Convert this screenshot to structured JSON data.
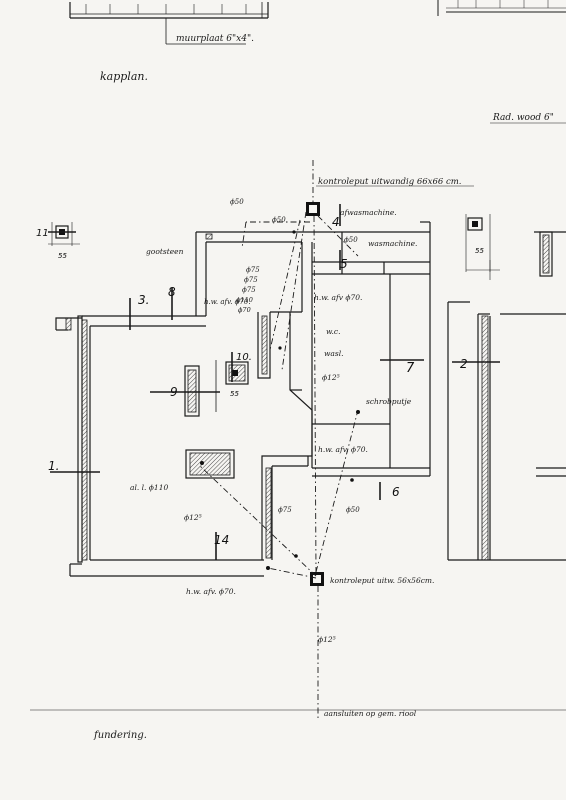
{
  "labels": {
    "muurplaat": "muurplaat 6\"x4\".",
    "kapplan": "kapplan.",
    "radwood": "Rad. wood 6\"",
    "kontroleput_top": "kontroleput uitwandig 66x66 cm.",
    "afwasmachine": "afwasmachine.",
    "wasmachine": "wasmachine.",
    "gootsteen": "gootsteen",
    "hw_afv_70_a": "h.w. afv. ϕ70.",
    "hw_afv_70_b": "h.w. afv ϕ70.",
    "hw_afv_70_c": "h.w. afv. ϕ70.",
    "hw_afv_70_d": "h.w. afv. ϕ70.",
    "wc": "w.c.",
    "wasl": "wasl.",
    "schrobputje": "schrobputje",
    "al_l_110": "al. l. ϕ110",
    "kontroleput_bottom": "kontroleput uitw. 56x56cm.",
    "aansluiten": "aansluiten op gem. riool",
    "fundering": "fundering.",
    "d50_a": "ϕ50",
    "d50_b": "ϕ50",
    "d50_c": "ϕ50",
    "d50_d": "ϕ50",
    "d75_a": "ϕ75",
    "d75_b": "ϕ75",
    "d75_c": "ϕ75",
    "d75_d": "ϕ75",
    "d110": "ϕ110",
    "d70": "ϕ70",
    "d125_a": "ϕ12⁵",
    "d125_b": "ϕ12⁵",
    "d125_c": "ϕ12⁵",
    "dim55_a": "55",
    "dim55_b": "55",
    "dim55_c": "55"
  },
  "sections": {
    "s1": "1.",
    "s2": "2",
    "s3": "3.",
    "s4": "4",
    "s5": "5",
    "s6": "6",
    "s7": "7",
    "s8": "8",
    "s9": "9",
    "s10": "10.",
    "s11": "11",
    "s14": "14"
  }
}
